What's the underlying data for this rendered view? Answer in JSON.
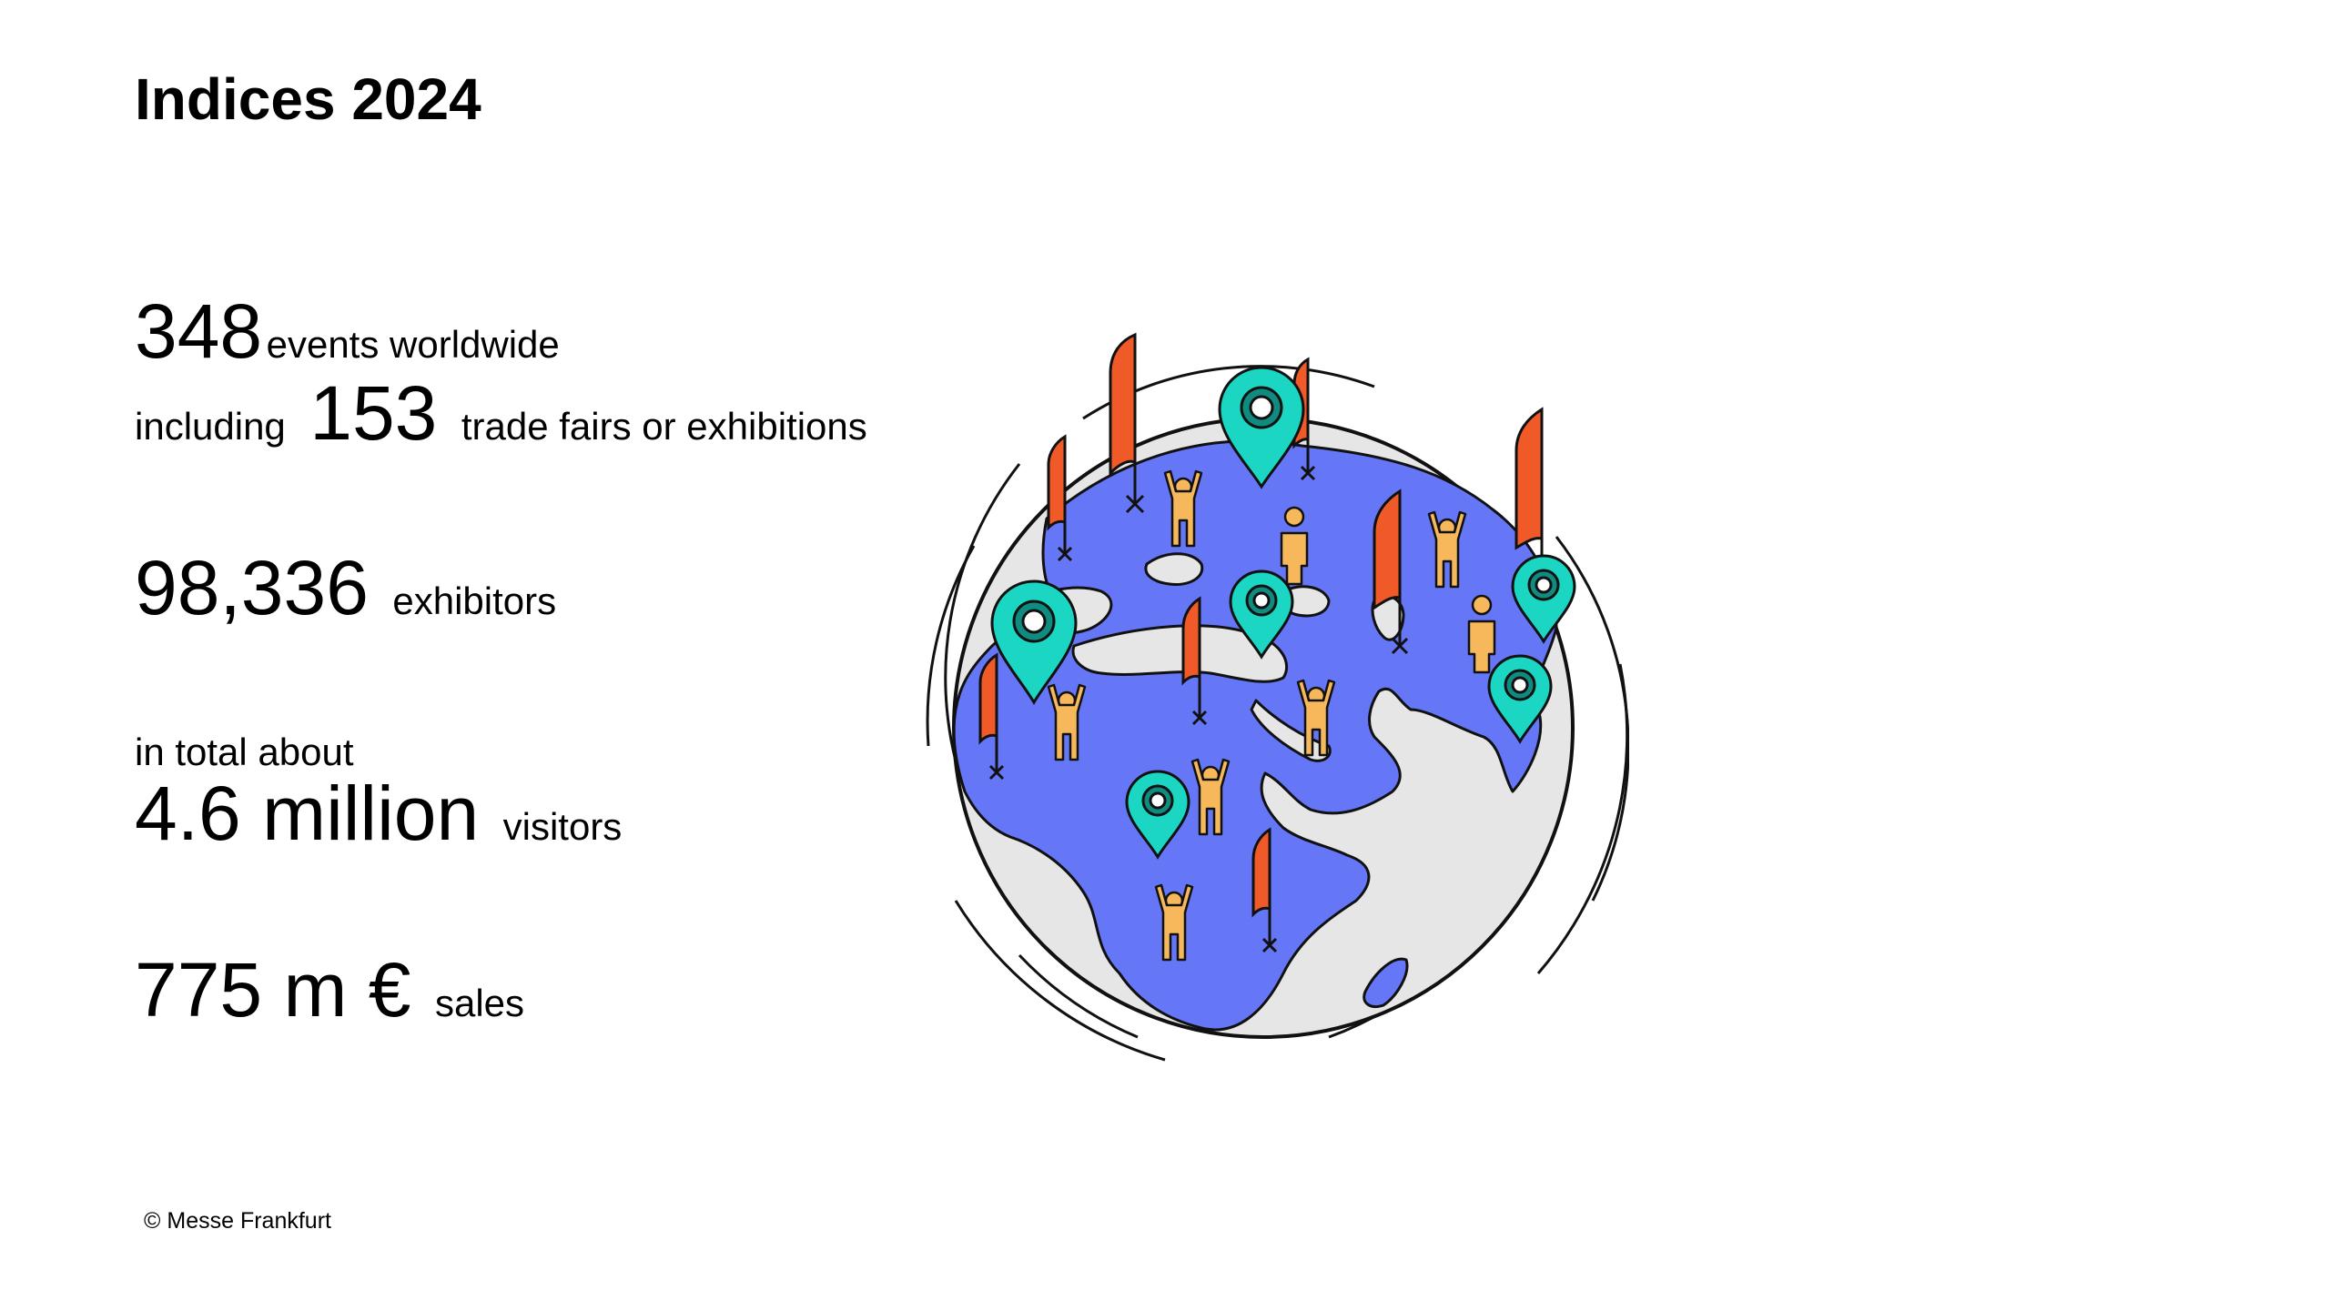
{
  "page": {
    "title": "Indices 2024",
    "footer": "© Messe Frankfurt"
  },
  "stats": {
    "events": {
      "value": "348",
      "label": "events worldwide"
    },
    "trade_fairs": {
      "prefix": "including",
      "value": "153",
      "label": "trade fairs or exhibitions"
    },
    "exhibitors": {
      "value": "98,336",
      "label": "exhibitors"
    },
    "visitors": {
      "prefix": "in total about",
      "value": "4.6 million",
      "label": "visitors"
    },
    "sales": {
      "value": "775 m €",
      "label": "sales"
    }
  },
  "colors": {
    "continent": "#6577f7",
    "ocean": "#e6e6e6",
    "outline": "#111111",
    "flag": "#f05a28",
    "pin": "#1ad6c2",
    "pin_dark": "#0f8b80",
    "person": "#f6b85a"
  },
  "illustration": {
    "icon": "globe-illustration",
    "pin_icon": "location-pin-icon",
    "flag_icon": "flag-icon",
    "person_icon": "person-icon"
  }
}
